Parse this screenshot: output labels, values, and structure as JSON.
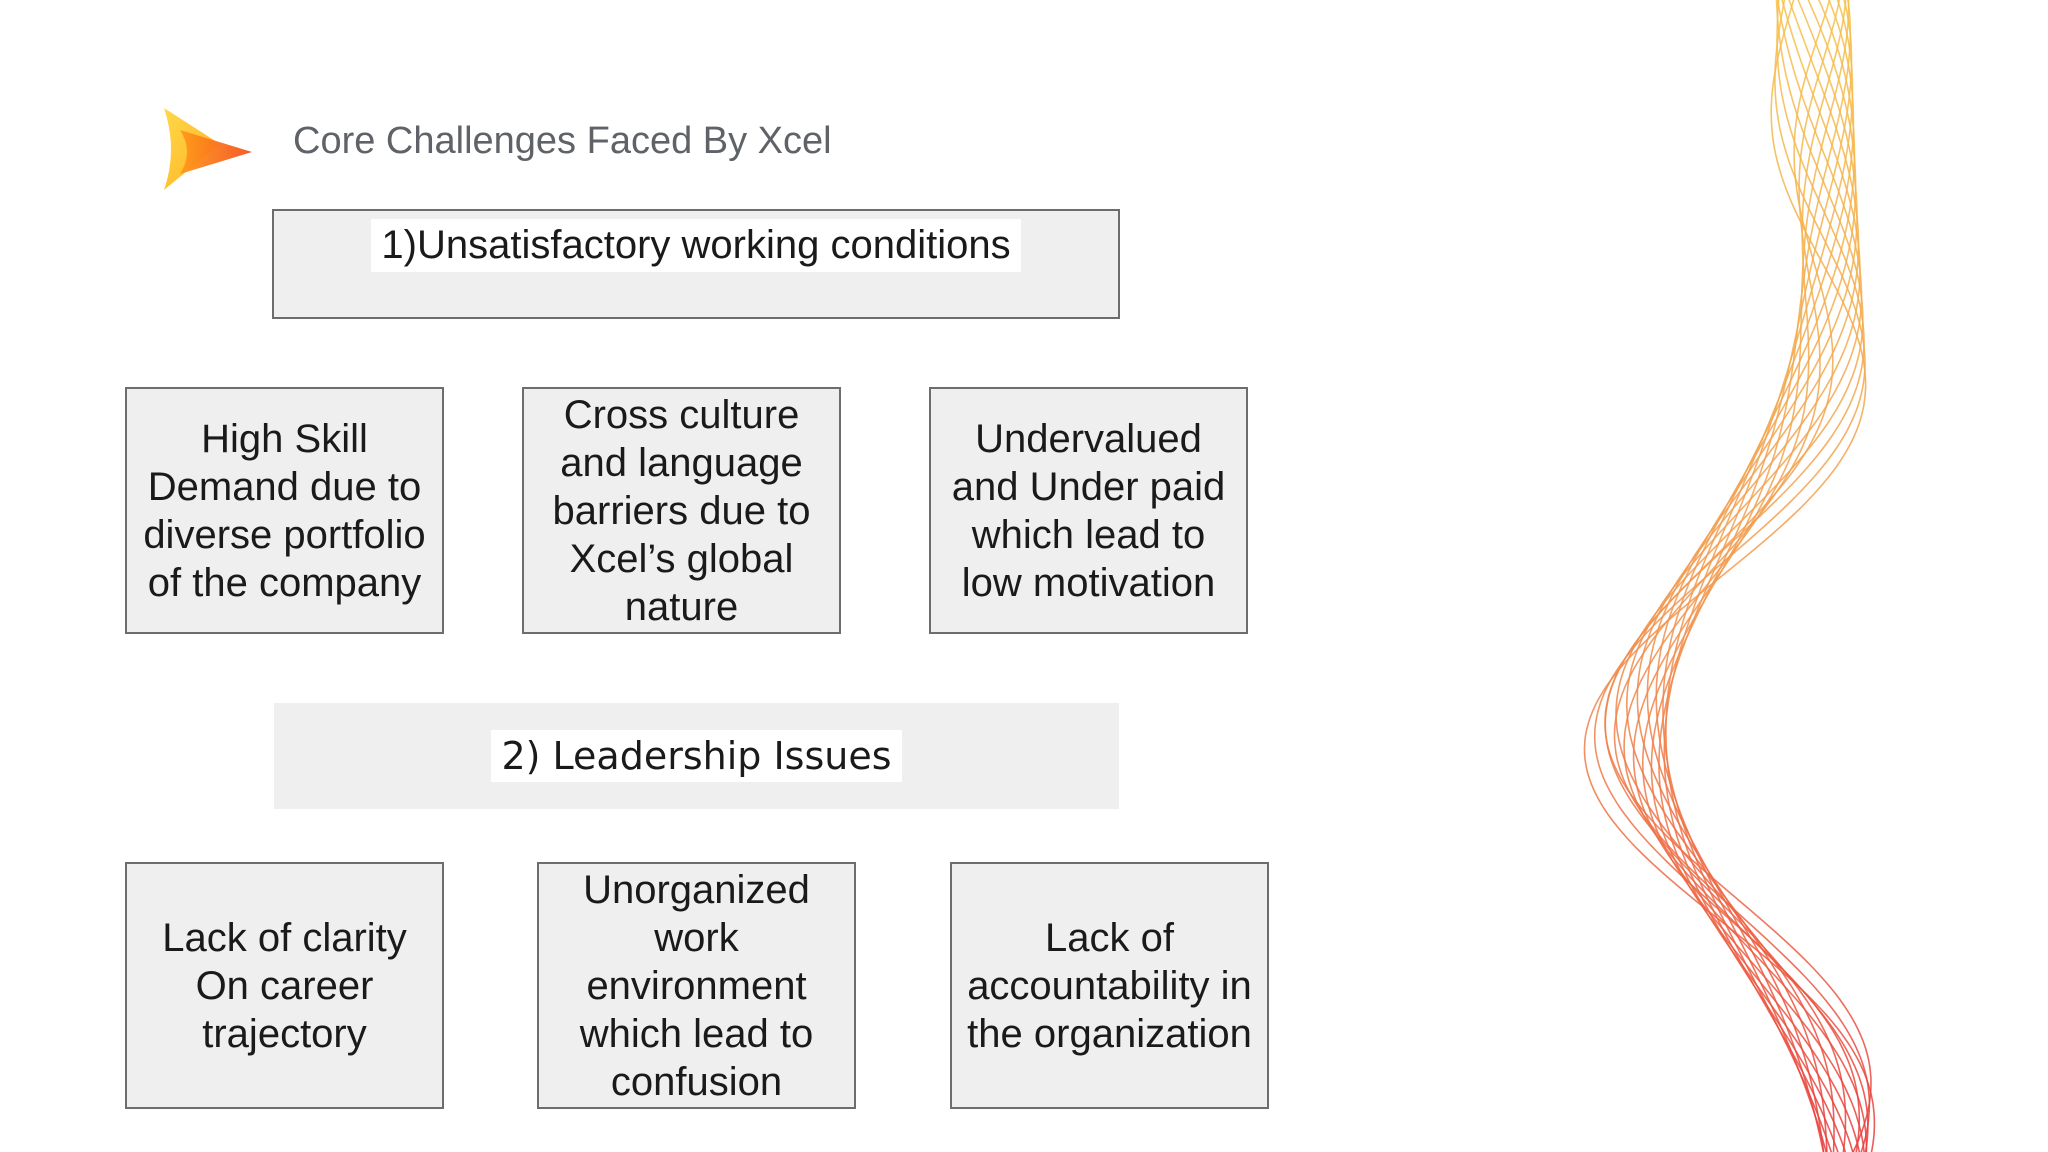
{
  "title": "Core Challenges Faced By Xcel",
  "sections": [
    {
      "heading": "1)Unsatisfactory working conditions",
      "items": [
        "High Skill Demand due to diverse portfolio of the company",
        "Cross culture and language barriers due to Xcel’s global nature",
        "Undervalued and Under paid which lead to low motivation"
      ]
    },
    {
      "heading": "2) Leadership Issues",
      "items": [
        "Lack of clarity On career trajectory",
        "Unorganized work environment which lead to confusion",
        "Lack of accountability in the organization"
      ]
    }
  ],
  "colors": {
    "wave_top": "#f6c24a",
    "wave_mid": "#f29a4e",
    "wave_bottom": "#e8393a",
    "logo_light": "#ffc93c",
    "logo_dark": "#f45d22"
  },
  "logo_icon": "play-arrow-logo-icon"
}
